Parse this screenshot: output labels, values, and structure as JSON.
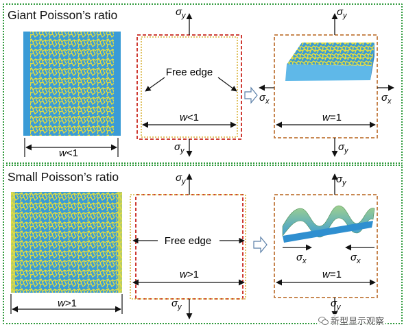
{
  "panels": {
    "top": {
      "title": "Giant Poisson’s ratio"
    },
    "bottom": {
      "title": "Small Poisson’s ratio"
    }
  },
  "labels": {
    "sigma": "σ",
    "sub_y": "y",
    "sub_x": "x",
    "free_edge": "Free edge",
    "w_lt1": "<1",
    "w_gt1": ">1",
    "w_eq1": "=1",
    "w": "w"
  },
  "watermark": {
    "text": "新型显示观察"
  },
  "colors": {
    "panel_border": "#2f9a3c",
    "frame_red": "#c8251c",
    "frame_yellow": "#d9b23a",
    "frame_orange": "#c0773a",
    "film_blue": "#3a9bd6",
    "film_yellow": "#e8df3a"
  }
}
